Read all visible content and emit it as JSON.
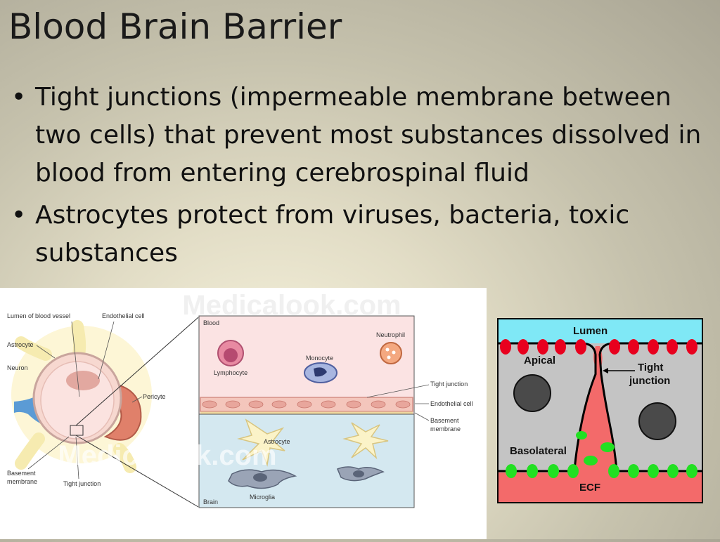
{
  "slide": {
    "title": "Blood Brain Barrier",
    "bullets": [
      "Tight junctions (impermeable membrane between two cells) that prevent most substances dissolved in blood from entering cerebrospinal fluid",
      "Astrocytes protect from viruses, bacteria, toxic substances"
    ],
    "bullet_glyph": "•"
  },
  "left_figure": {
    "watermark": "Medicalook.com",
    "labels": {
      "lumen": "Lumen of blood vessel",
      "endothelial_cell": "Endothelial cell",
      "astrocyte": "Astrocyte",
      "neuron": "Neuron",
      "pericyte": "Pericyte",
      "basement_membrane_1": "Basement",
      "basement_membrane_2": "membrane",
      "tight_junction": "Tight junction"
    },
    "inset_labels": {
      "blood": "Blood",
      "neutrophil": "Neutrophil",
      "lymphocyte": "Lymphocyte",
      "monocyte": "Monocyte",
      "tight_junction": "Tight junction",
      "endothelial_cell": "Endothelial cell",
      "basement_1": "Basement",
      "basement_2": "membrane",
      "astrocyte": "Astrocyte",
      "microglia": "Microglia",
      "brain": "Brain"
    },
    "colors": {
      "blood": "#fbe3e3",
      "brain": "#d4e8f0",
      "astrocyte": "#fbf3c8",
      "pericyte": "#e0806a"
    }
  },
  "right_figure": {
    "labels": {
      "lumen": "Lumen",
      "apical": "Apical",
      "tight_1": "Tight",
      "tight_2": "junction",
      "basolateral": "Basolateral",
      "ecf": "ECF"
    },
    "colors": {
      "lumen": "#7fe8f6",
      "cell": "#c4c4c4",
      "ecf": "#f36a6a",
      "apical_dots": "#e8001e",
      "basolateral_dots": "#22e022"
    }
  }
}
